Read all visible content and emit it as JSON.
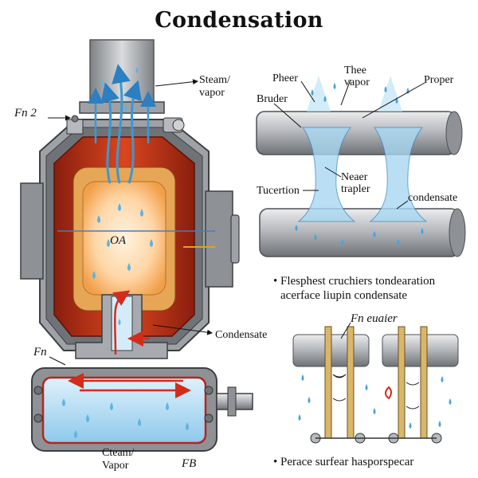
{
  "title": "Condensation",
  "left_diagram": {
    "labels": {
      "steam_vapor_top": "Steam/\nvapor",
      "fn2": "Fn 2",
      "oa": "OA",
      "condensate": "Condensate",
      "fn": "Fn",
      "cteam_vapor": "Cteam/\nVapor",
      "fb": "FB"
    }
  },
  "right_top_diagram": {
    "labels": {
      "pheer": "Pheer",
      "thee_vapor": "Thee\nvapor",
      "proper": "Proper",
      "bruder": "Bruder",
      "neaer_trapler": "Neaer\ntrapler",
      "tucertion": "Tucertion",
      "condensate": "condensate"
    },
    "caption_line1": "•  Flesphest cruchiers tondearation",
    "caption_line2": "acerface liupin condensate"
  },
  "right_bottom_diagram": {
    "labels": {
      "fn_euaier": "Fn euaier"
    },
    "caption": "•  Perace surfear hasporspecar"
  },
  "colors": {
    "steel": "#8e9296",
    "steel_light": "#c9ccd0",
    "hot_red": "#c0391b",
    "hot_orange": "#f1a04a",
    "water": "#a9d8f2",
    "water_dark": "#3f8ec9"
  }
}
